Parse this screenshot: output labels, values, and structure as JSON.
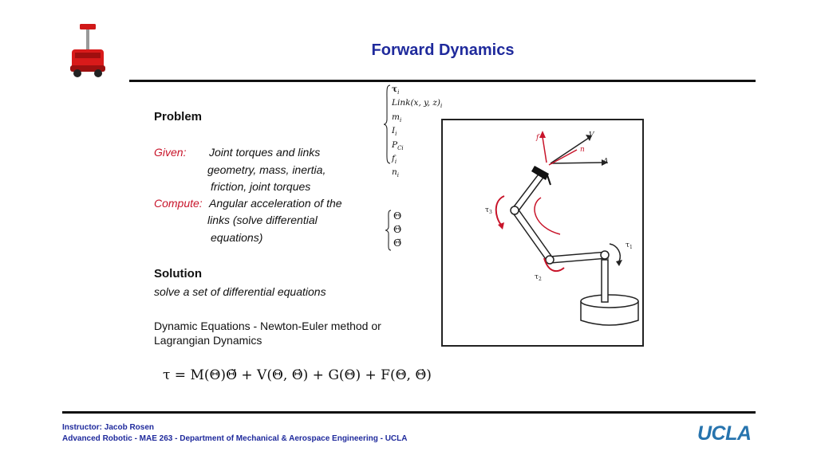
{
  "header": {
    "title": "Forward Dynamics"
  },
  "problem": {
    "heading": "Problem",
    "given_label": "Given:",
    "given_lines": [
      "Joint torques and links",
      "geometry, mass, inertia,",
      "friction, joint torques"
    ],
    "compute_label": "Compute:",
    "compute_lines": [
      "Angular acceleration of the",
      "links (solve differential",
      "equations)"
    ]
  },
  "solution": {
    "heading": "Solution",
    "text": "solve a set of differential equations"
  },
  "method": {
    "lines": [
      "Dynamic Equations - Newton-Euler method or",
      "Lagrangian Dynamics"
    ]
  },
  "brace_inputs": [
    "τ",
    "Link(x, y, z)",
    "m",
    "I",
    "P",
    "f",
    "n"
  ],
  "brace_inputs_subscripts": [
    "i",
    "i",
    "i",
    "i",
    "Ci",
    "i",
    "i"
  ],
  "brace_outputs": [
    "Θ",
    "Θ̇",
    "Θ̈"
  ],
  "equation": "τ = M(Θ)Θ̈ + V(Θ, Θ̇) + G(Θ) + F(Θ, Θ̇)",
  "diagram": {
    "labels": {
      "v": "V",
      "a": "A",
      "n": "n",
      "f": "f",
      "tau1": "τ",
      "tau2": "τ",
      "tau3": "τ",
      "tau1_sub": "1",
      "tau2_sub": "2",
      "tau3_sub": "3"
    }
  },
  "footer": {
    "instructor": "Instructor: Jacob Rosen",
    "course": "Advanced Robotic - MAE 263 - Department of Mechanical & Aerospace Engineering - UCLA",
    "logo": "UCLA"
  },
  "colors": {
    "title": "#1f2a9c",
    "accent_red": "#c8142a",
    "ucla_blue": "#2774ae"
  }
}
